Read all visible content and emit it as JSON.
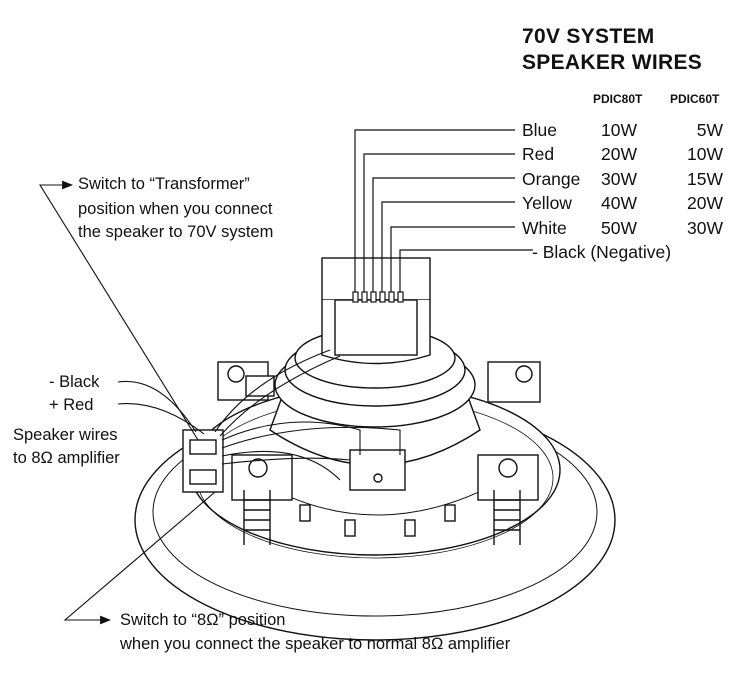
{
  "title": {
    "line1": "70V SYSTEM",
    "line2": "SPEAKER WIRES"
  },
  "table": {
    "col_pdic80t": "PDIC80T",
    "col_pdic60t": "PDIC60T",
    "rows": [
      {
        "color": "Blue",
        "pdic80t": "10W",
        "pdic60t": "5W"
      },
      {
        "color": "Red",
        "pdic80t": "20W",
        "pdic60t": "10W"
      },
      {
        "color": "Orange",
        "pdic80t": "30W",
        "pdic60t": "15W"
      },
      {
        "color": "Yellow",
        "pdic80t": "40W",
        "pdic60t": "20W"
      },
      {
        "color": "White",
        "pdic80t": "50W",
        "pdic60t": "30W"
      }
    ],
    "negative": "- Black (Negative)"
  },
  "notes": {
    "transformer_line1": "Switch to “Transformer”",
    "transformer_line2": "position when you connect",
    "transformer_line3": "the speaker to 70V system",
    "black": "- Black",
    "red": "+ Red",
    "speaker_wires_line1": "Speaker wires",
    "speaker_wires_line2": "to 8Ω amplifier",
    "eight_ohm_line1": "Switch to “8Ω” position",
    "eight_ohm_line2": "when you connect the speaker to normal 8Ω  amplifier"
  }
}
